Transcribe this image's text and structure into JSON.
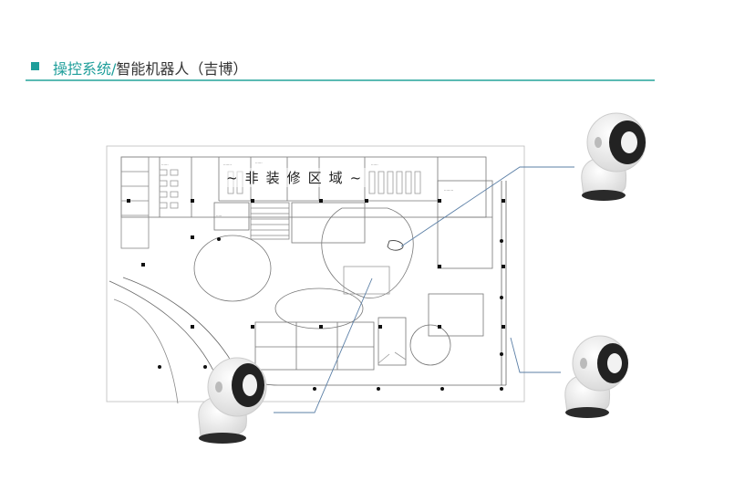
{
  "header": {
    "title_main": "操控系统/",
    "title_sub": "智能机器人（吉博）"
  },
  "floor_plan": {
    "region_label": "~非装修区域~"
  },
  "colors": {
    "accent": "#1e9e9a",
    "leader_line": "#5b7fa6"
  },
  "robots": [
    "robot-top-right",
    "robot-bottom-right",
    "robot-bottom-left"
  ]
}
